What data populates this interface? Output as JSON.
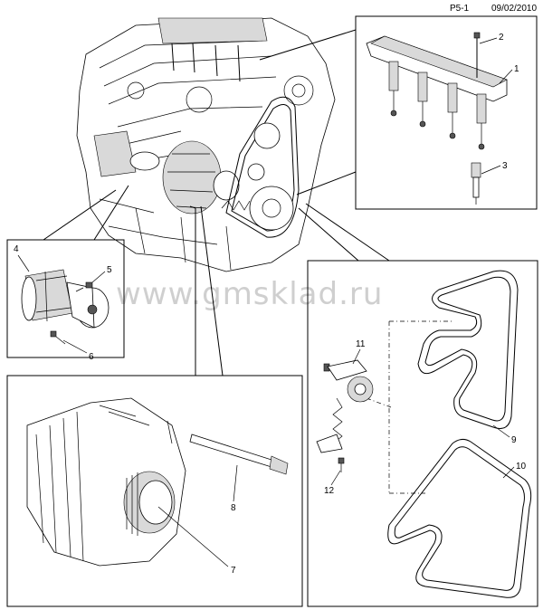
{
  "header": {
    "page_code": "P5-1",
    "date": "09/02/2010"
  },
  "watermark": "www.gmsklad.ru",
  "callouts": [
    "1",
    "2",
    "3",
    "4",
    "5",
    "6",
    "7",
    "8",
    "9",
    "10",
    "11",
    "12"
  ],
  "icons": {
    "engine": "engine-illustration-icon",
    "ignition_coil": "ignition-coil-icon",
    "spark_plug": "spark-plug-icon",
    "starter": "starter-motor-icon",
    "generator": "generator-icon",
    "belt": "drive-belt-icon",
    "tensioner": "belt-tensioner-icon"
  }
}
